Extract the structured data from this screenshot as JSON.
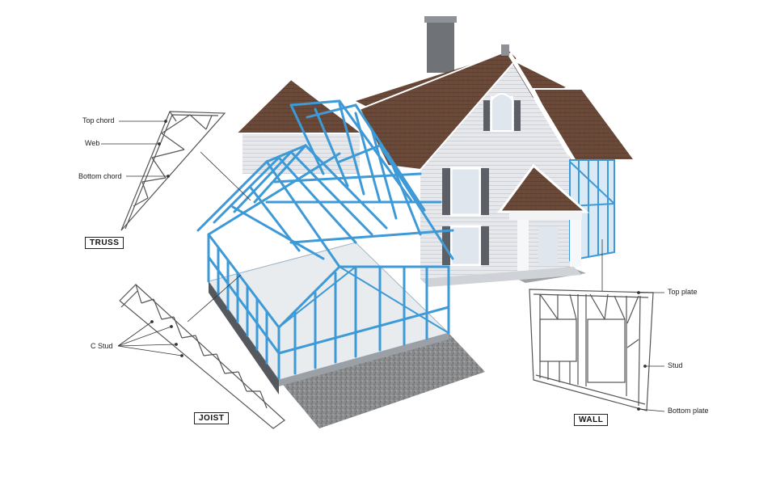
{
  "labels": {
    "top_chord": "Top chord",
    "web": "Web",
    "bottom_chord": "Bottom chord",
    "truss": "TRUSS",
    "c_stud": "C Stud",
    "joist": "JOIST",
    "top_plate": "Top plate",
    "stud": "Stud",
    "bottom_plate": "Bottom plate",
    "wall": "WALL"
  },
  "colors": {
    "steel_frame": "#3d9ad6",
    "roof_shingles": "#6b4a3a",
    "siding": "#e6e8ec",
    "gravel": "#8a8c8e",
    "line_drawing": "#555555"
  }
}
